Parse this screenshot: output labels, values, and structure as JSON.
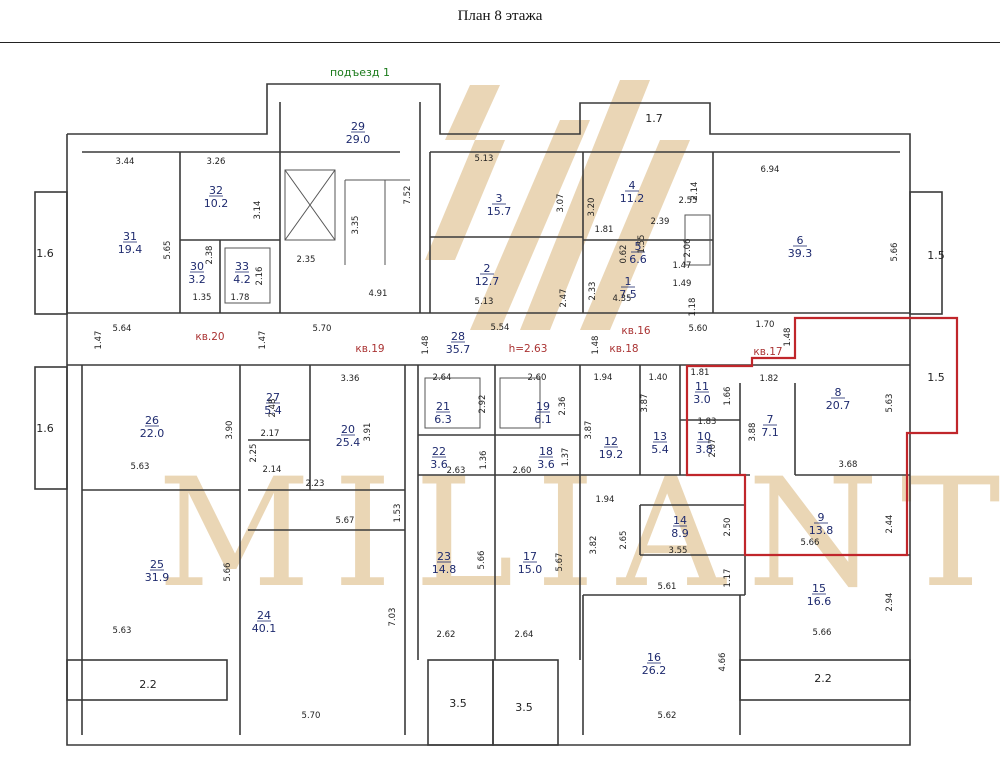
{
  "header": {
    "title": "План 8 этажа"
  },
  "entrance_label": "подъезд 1",
  "corridor_height": "h=2.63",
  "watermark": {
    "text": "MILIANT",
    "color": "#d9b57a"
  },
  "colors": {
    "walls": "#3a3a3a",
    "room_labels": "#1e2a6e",
    "apartment_labels": "#a33333",
    "highlight": "#c0262b",
    "entrance": "#1a7a1a"
  },
  "apartments": [
    "кв.20",
    "кв.19",
    "кв.16",
    "кв.18",
    "кв.17"
  ],
  "rooms": [
    {
      "num": "29",
      "area": "29.0"
    },
    {
      "num": "31",
      "area": "19.4"
    },
    {
      "num": "32",
      "area": "10.2"
    },
    {
      "num": "30",
      "area": "3.2"
    },
    {
      "num": "33",
      "area": "4.2"
    },
    {
      "num": "3",
      "area": "15.7"
    },
    {
      "num": "2",
      "area": "12.7"
    },
    {
      "num": "4",
      "area": "11.2"
    },
    {
      "num": "5",
      "area": "6.6"
    },
    {
      "num": "1",
      "area": "7.5"
    },
    {
      "num": "6",
      "area": "39.3"
    },
    {
      "num": "28",
      "area": "35.7"
    },
    {
      "num": "26",
      "area": "22.0"
    },
    {
      "num": "27",
      "area": "5.4"
    },
    {
      "num": "20",
      "area": "25.4"
    },
    {
      "num": "21",
      "area": "6.3"
    },
    {
      "num": "19",
      "area": "6.1"
    },
    {
      "num": "22",
      "area": "3.6"
    },
    {
      "num": "18",
      "area": "3.6"
    },
    {
      "num": "12",
      "area": "19.2"
    },
    {
      "num": "13",
      "area": "5.4"
    },
    {
      "num": "11",
      "area": "3.0"
    },
    {
      "num": "10",
      "area": "3.8"
    },
    {
      "num": "7",
      "area": "7.1"
    },
    {
      "num": "8",
      "area": "20.7"
    },
    {
      "num": "9",
      "area": "13.8"
    },
    {
      "num": "14",
      "area": "8.9"
    },
    {
      "num": "25",
      "area": "31.9"
    },
    {
      "num": "24",
      "area": "40.1"
    },
    {
      "num": "23",
      "area": "14.8"
    },
    {
      "num": "17",
      "area": "15.0"
    },
    {
      "num": "15",
      "area": "16.6"
    },
    {
      "num": "16",
      "area": "26.2"
    }
  ],
  "balconies": [
    "1.7",
    "1.6",
    "1.5",
    "1.6",
    "1.5",
    "2.2",
    "3.5",
    "3.5",
    "2.2"
  ],
  "dimensions": [
    "3.44",
    "3.26",
    "3.14",
    "5.65",
    "2.38",
    "1.35",
    "1.78",
    "2.16",
    "2.35",
    "3.35",
    "7.52",
    "4.91",
    "5.13",
    "3.07",
    "3.20",
    "2.14",
    "2.55",
    "1.81",
    "2.39",
    "2.06",
    "0.62",
    "1.55",
    "1.47",
    "2.47",
    "2.33",
    "4.35",
    "1.49",
    "1.18",
    "5.13",
    "6.94",
    "5.66",
    "5.64",
    "1.47",
    "1.47",
    "5.70",
    "1.48",
    "5.54",
    "1.48",
    "5.60",
    "1.70",
    "1.48",
    "1.81",
    "1.82",
    "3.36",
    "2.64",
    "2.60",
    "1.94",
    "1.40",
    "2.48",
    "2.17",
    "3.90",
    "2.25",
    "2.14",
    "3.91",
    "2.92",
    "2.36",
    "1.66",
    "3.87",
    "3.87",
    "1.83",
    "3.88",
    "2.07",
    "5.63",
    "5.63",
    "3.68",
    "2.63",
    "1.36",
    "2.60",
    "1.37",
    "2.23",
    "1.53",
    "5.67",
    "1.94",
    "2.50",
    "2.65",
    "3.82",
    "3.55",
    "2.44",
    "5.66",
    "5.66",
    "5.66",
    "5.67",
    "5.61",
    "1.17",
    "2.94",
    "7.03",
    "5.63",
    "2.62",
    "2.64",
    "5.66",
    "4.66",
    "5.70",
    "5.62"
  ]
}
